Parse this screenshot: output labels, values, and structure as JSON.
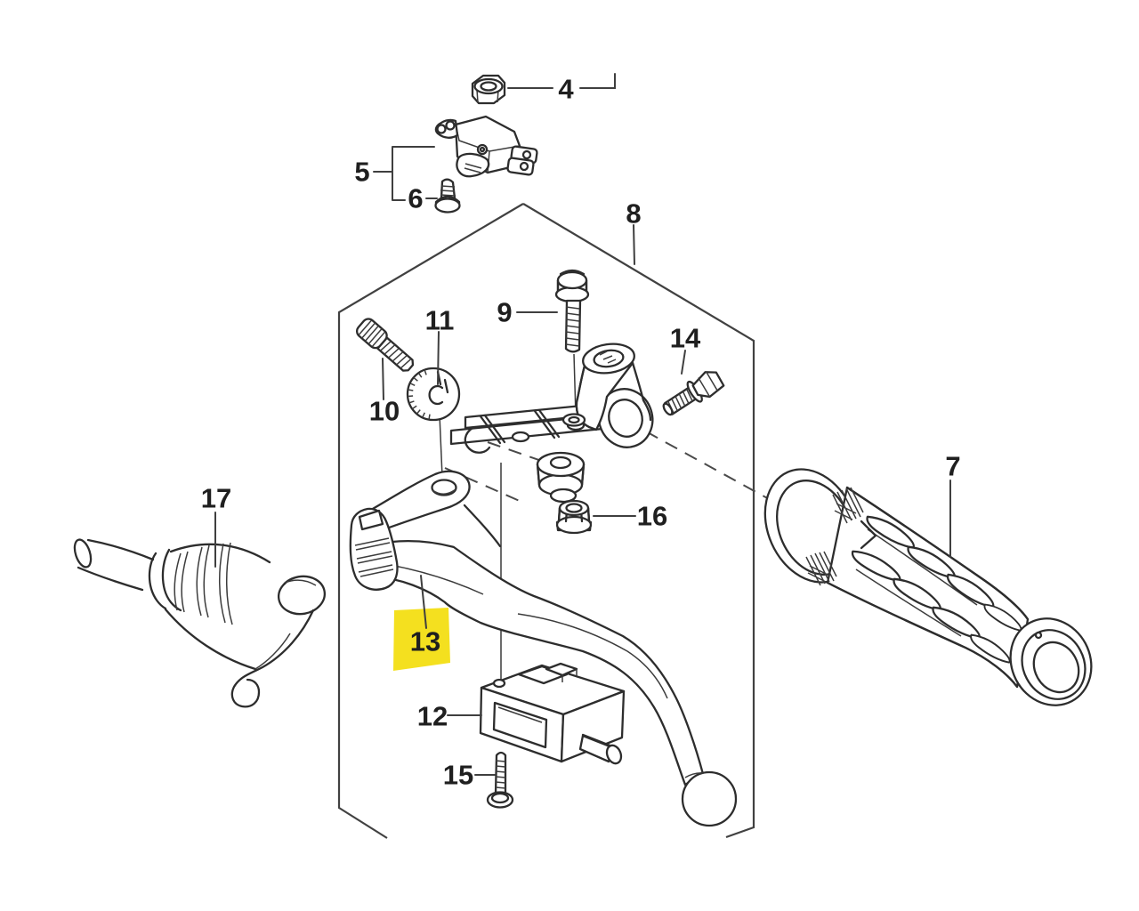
{
  "diagram": {
    "kind": "exploded-parts-diagram",
    "background_color": "#ffffff",
    "line_color": "#2d2d2d",
    "highlight": {
      "part_number": "13",
      "color": "#f4e01f"
    },
    "callouts": [
      {
        "id": "4"
      },
      {
        "id": "5"
      },
      {
        "id": "6"
      },
      {
        "id": "7"
      },
      {
        "id": "8"
      },
      {
        "id": "9"
      },
      {
        "id": "10"
      },
      {
        "id": "11"
      },
      {
        "id": "12"
      },
      {
        "id": "13"
      },
      {
        "id": "14"
      },
      {
        "id": "15"
      },
      {
        "id": "16"
      },
      {
        "id": "17"
      }
    ]
  }
}
